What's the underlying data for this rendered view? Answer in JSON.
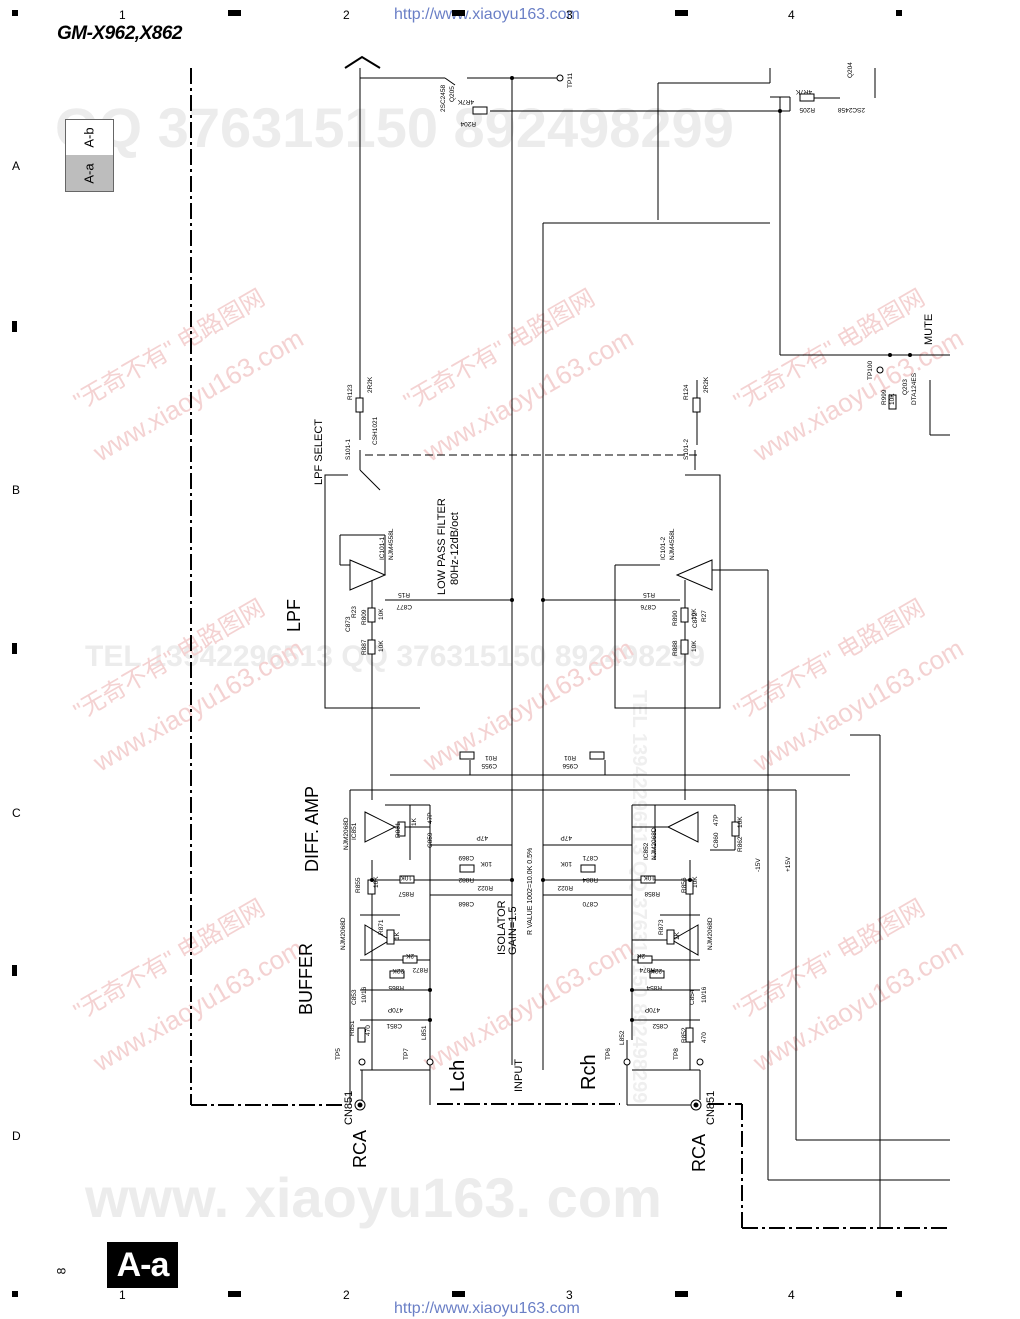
{
  "header": {
    "model": "GM-X962,X862",
    "url": "http://www.xiaoyu163.com",
    "grid_columns": [
      "1",
      "2",
      "3",
      "4"
    ],
    "grid_rows": [
      "A",
      "B",
      "C",
      "D"
    ]
  },
  "section_tabs": {
    "tab_b": "A-b",
    "tab_a": "A-a"
  },
  "footer": {
    "page_number": "8",
    "sheet_label": "A-a"
  },
  "watermarks": {
    "qq_top": "QQ 376315150   892498299",
    "tel_mid": "TEL 13942296513   QQ 376315150   892498299",
    "site_bottom": "www. xiaoyu163. com",
    "site_diag": "www.xiaoyu163.com",
    "cn_diag": "\"无奇不有\" 电路图网",
    "tel_side": "TEL 13942296513 QQ 376315150 892498299"
  },
  "blocks": {
    "lpf_select": "LPF SELECT",
    "lpf": "LPF",
    "low_pass_filter": "LOW PASS FILTER",
    "low_pass_spec": "80Hz-12dB/oct",
    "diff_amp": "DIFF. AMP",
    "buffer": "BUFFER",
    "isolator": "ISOLATOR",
    "isolator_gain": "GAIN=1.5",
    "r_value": "R VALUE 1002=10.0K 0.5%",
    "input": "INPUT",
    "lch": "Lch",
    "rch": "Rch",
    "mute": "MUTE",
    "rca": "RCA",
    "cn851": "CN851"
  },
  "components": {
    "q205": "2SC2458",
    "q205_ref": "Q205",
    "r204": "R204",
    "r204_val": "4R7K",
    "tp11": "TP11",
    "q204": "Q204",
    "q204_type": "2SC2458",
    "r205": "R205",
    "r205_val": "4R7K",
    "r123": "R123",
    "r123_val": "2R2K",
    "csh1021": "CSH1021",
    "s101_1": "S101-1",
    "r124": "R124",
    "r124_val": "2R2K",
    "s101_2": "S101-2",
    "ic101_1": "IC101-1",
    "ic101_1_type": "NJM4558L",
    "ic101_2": "IC101-2",
    "ic101_2_type": "NJM4558L",
    "r15": "R15",
    "c877": "C877",
    "c876": "C876",
    "r23": "R23",
    "r809": "R809",
    "c873": "C873",
    "r887": "R887",
    "r_10k": "10K",
    "r27": "R27",
    "r890": "R890",
    "c872": "C872",
    "r888": "R888",
    "tp100": "TP100",
    "r999": "R999",
    "q203": "Q203",
    "q203_type": "DTA124ES",
    "r01": "R01",
    "c955": "C955",
    "c956": "C956",
    "ic851": "IC851",
    "ic851_type": "NJM2068D",
    "ic852": "IC852",
    "ic852_type": "NJM2068D",
    "r861": "R861",
    "c859": "C859",
    "c859_val": "47P",
    "c860": "C860",
    "c860_val": "47P",
    "r862": "R862",
    "c869": "C869",
    "c871": "C871",
    "c_47p": "47P",
    "r882": "R882",
    "r884": "R884",
    "r022_l": "R022",
    "r022_r": "R022",
    "c868": "C868",
    "c870": "C870",
    "r855": "R855",
    "r856": "R856",
    "r857": "R857",
    "r858": "R858",
    "ic853_type": "NJM2068D",
    "ic854_type": "NJM2068D",
    "r871": "R871",
    "r873": "R873",
    "r872": "R872",
    "r874": "R874",
    "r865": "R865",
    "r854": "R854",
    "r_1k": "1K",
    "r_2k": "2K",
    "r_22k": "22K",
    "c853": "C853",
    "c854": "C854",
    "c_10_16": "10/16",
    "c851": "C851",
    "c852": "C852",
    "c_470p": "470P",
    "r851": "R851",
    "r852": "R852",
    "r_470": "470",
    "l851": "L851",
    "l852": "L852",
    "tp5": "TP5",
    "tp7": "TP7",
    "tp6": "TP6",
    "tp8": "TP8",
    "v_neg": "-15V",
    "v_pos": "+15V"
  }
}
